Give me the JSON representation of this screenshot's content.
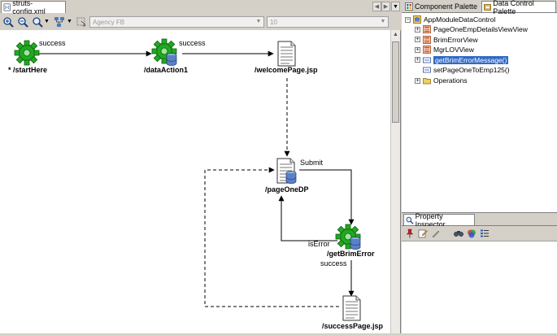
{
  "editor": {
    "tab_title": "struts-config.xml",
    "toolbar": {
      "combo_left": "Agency FB",
      "combo_right": "10",
      "icons": [
        "zoom-in-icon",
        "zoom-out-icon",
        "zoom-fit-icon",
        "layout-icon",
        "select-icon"
      ]
    }
  },
  "diagram": {
    "nodes": {
      "start": "* /startHere",
      "action1": "/dataAction1",
      "welcome": "/welcomePage.jsp",
      "pageone": "/pageOneDP",
      "brim": "/getBrimError",
      "success_page": "/successPage.jsp"
    },
    "edges": {
      "start_action1": "success",
      "action1_welcome": "success",
      "pageone_brim": "Submit",
      "brim_pageone": "isError",
      "brim_success": "success"
    }
  },
  "palette": {
    "tabs": [
      "Component Palette",
      "Data Control Palette"
    ],
    "root": "AppModuleDataControl",
    "items": [
      {
        "label": "PageOneEmpDetailsViewView",
        "icon": "view-object-icon",
        "expand": "+"
      },
      {
        "label": "BrimErrorView",
        "icon": "view-object-icon",
        "expand": "+"
      },
      {
        "label": "MgrLOVView",
        "icon": "view-object-icon",
        "expand": "+"
      },
      {
        "label": "getBrimErrorMessage()",
        "icon": "method-icon",
        "expand": "+"
      },
      {
        "label": "setPageOneToEmp125()",
        "icon": "method-icon",
        "expand": ""
      },
      {
        "label": "Operations",
        "icon": "folder-icon",
        "expand": "+"
      }
    ]
  },
  "inspector": {
    "title": "Property Inspector"
  },
  "colors": {
    "gear": "#22a822",
    "selection": "#316ac5",
    "panel": "#d4d0c8"
  }
}
